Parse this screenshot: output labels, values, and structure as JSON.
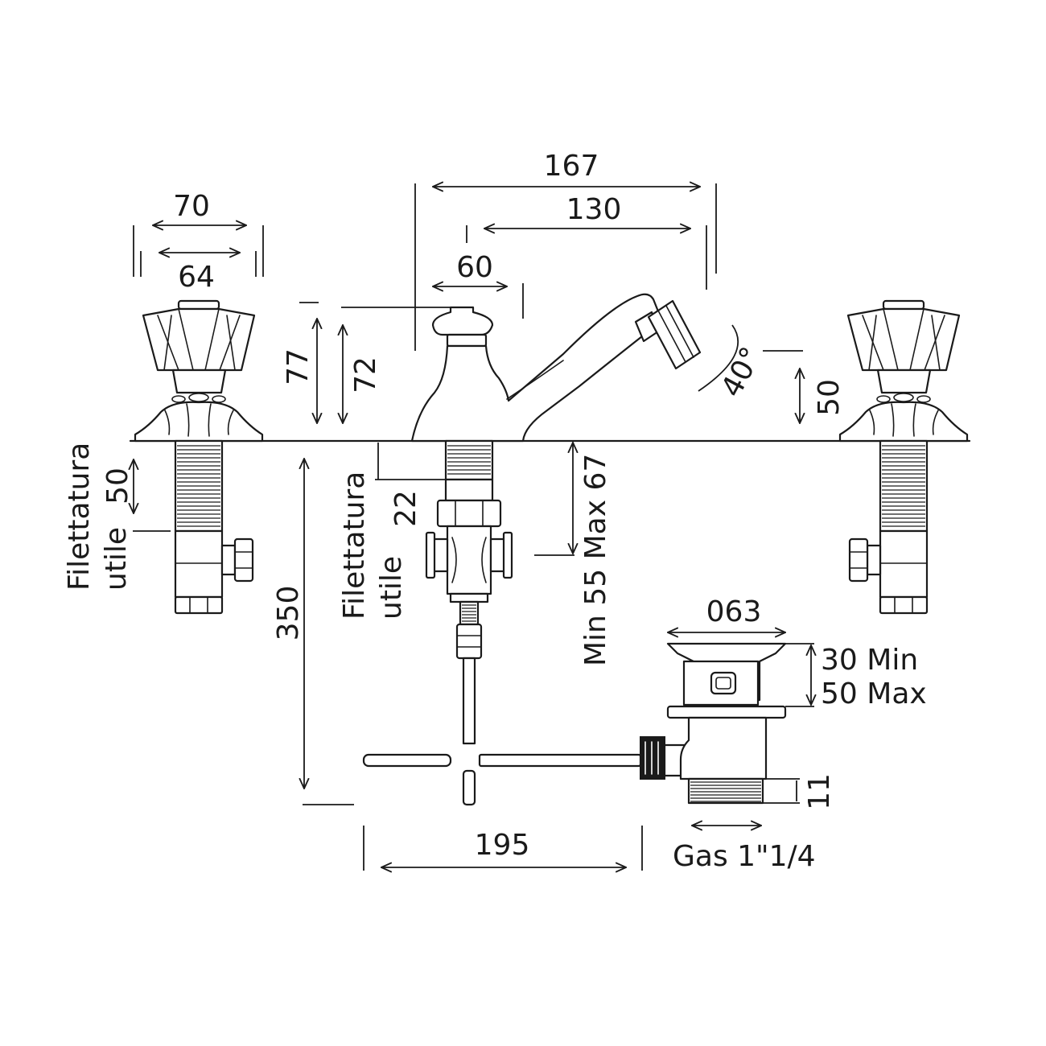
{
  "dimensions": {
    "d167": "167",
    "d130": "130",
    "d70": "70",
    "d64": "64",
    "d60": "60",
    "d77": "77",
    "d72": "72",
    "d40": "40°",
    "d50_right": "50",
    "d50_left": "50",
    "d22": "22",
    "minmax": "Min 55 Max 67",
    "d350": "350",
    "d063": "063",
    "d30min": "30 Min",
    "d50max": "50 Max",
    "d11": "11",
    "d195": "195",
    "gas": "Gas 1\"1/4"
  },
  "labels": {
    "left_thread_1": "Filettatura",
    "left_thread_2": "utile",
    "center_thread_1": "Filettatura",
    "center_thread_2": "utile"
  }
}
